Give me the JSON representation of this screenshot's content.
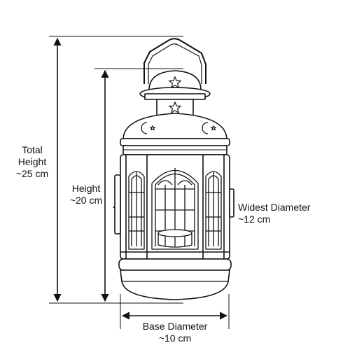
{
  "labels": {
    "total_height": {
      "line1": "Total",
      "line2": "Height",
      "value": "~25 cm"
    },
    "height": {
      "line1": "Height",
      "value": "~20 cm"
    },
    "widest_diameter": {
      "line1": "Widest Diameter",
      "value": "~12 cm"
    },
    "base_diameter": {
      "line1": "Base Diameter",
      "value": "~10 cm"
    }
  },
  "colors": {
    "ink": "#111111",
    "lantern_fill": "#ffffff"
  },
  "icons": [
    "star-icon",
    "crescent-moon-icon"
  ]
}
